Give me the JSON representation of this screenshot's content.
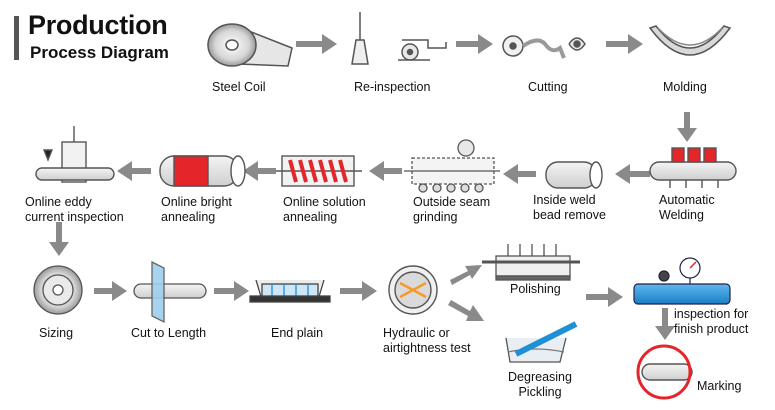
{
  "title": {
    "line1": "Production",
    "line2": "Process Diagram"
  },
  "steps": {
    "steel_coil": "Steel Coil",
    "re_inspection": "Re-inspection",
    "cutting": "Cutting",
    "molding": "Molding",
    "automatic_welding": "Automatic\nWelding",
    "inside_weld_bead_remove": "Inside weld\nbead remove",
    "outside_seam_grinding": "Outside seam\ngrinding",
    "online_solution_annealing": "Online solution\nannealing",
    "online_bright_annealing": "Online bright\nannealing",
    "online_eddy_current_inspection": "Online eddy\ncurrent inspection",
    "sizing": "Sizing",
    "cut_to_length": "Cut to Length",
    "end_plain": "End plain",
    "hydraulic_or_airtightness_test": "Hydraulic or\nairtightness test",
    "polishing": "Polishing",
    "degreasing_pickling": "Degreasing\nPickling",
    "inspection_for_finish_product": "inspection for\nfinish product",
    "marking": "Marking"
  },
  "colors": {
    "arrow": "#8a8a8a",
    "red": "#e4262b",
    "blue": "#1f8fd6",
    "outline": "#6b6b6b"
  }
}
